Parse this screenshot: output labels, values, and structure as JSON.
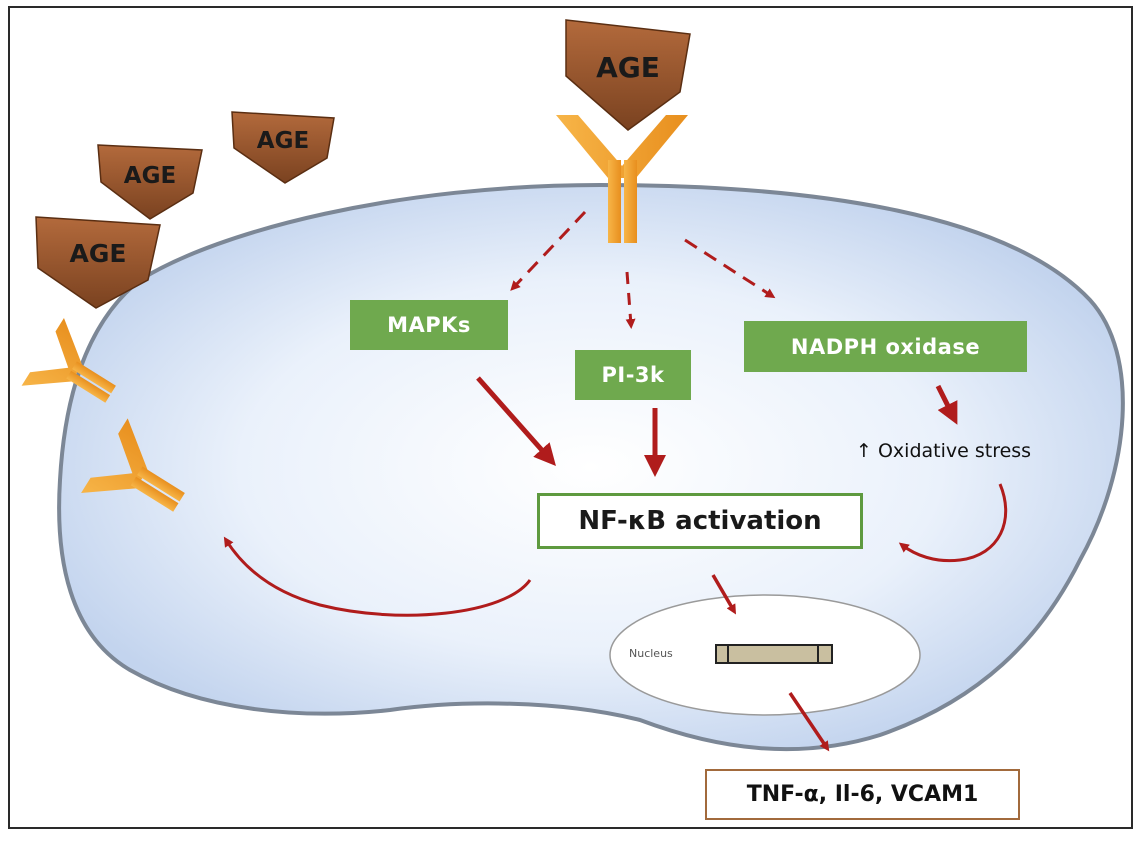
{
  "age_label": "AGE",
  "nodes": {
    "mapks": "MAPKs",
    "pi3k": "PI-3k",
    "nadph": "NADPH oxidase",
    "nfkb": "NF-κB activation",
    "stress_arrow": "↑",
    "stress": "Oxidative stress",
    "nucleus": "Nucleus",
    "outputs": "TNF-α, Il-6, VCAM1"
  },
  "colors": {
    "cell_fill": "#dfe9f8",
    "cell_edge": "#7c8796",
    "age": "#8a4f2c",
    "receptor": "#f0a030",
    "node_green": "#6fa94e",
    "arrow_red": "#b01c1c",
    "gene_fill": "#c9bfa0"
  }
}
